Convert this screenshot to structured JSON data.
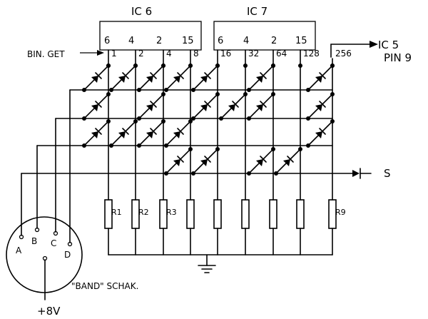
{
  "ic6": {
    "title": "IC 6",
    "pins": [
      "6",
      "4",
      "2",
      "15"
    ]
  },
  "ic7": {
    "title": "IC 7",
    "pins": [
      "6",
      "4",
      "2",
      "15"
    ]
  },
  "bin_label": "BIN. GET",
  "bits": [
    "1",
    "2",
    "4",
    "8",
    "16",
    "32",
    "64",
    "128",
    "256"
  ],
  "ic5_label": "IC 5",
  "pin_label": "PIN 9",
  "output_label": "S",
  "resistors": [
    "R1",
    "R2",
    "R3",
    "",
    "",
    "",
    "",
    "",
    "R9"
  ],
  "switch": {
    "contacts": [
      "A",
      "B",
      "C",
      "D"
    ],
    "label": "\"BAND\" SCHAK.",
    "supply": "+8V"
  }
}
